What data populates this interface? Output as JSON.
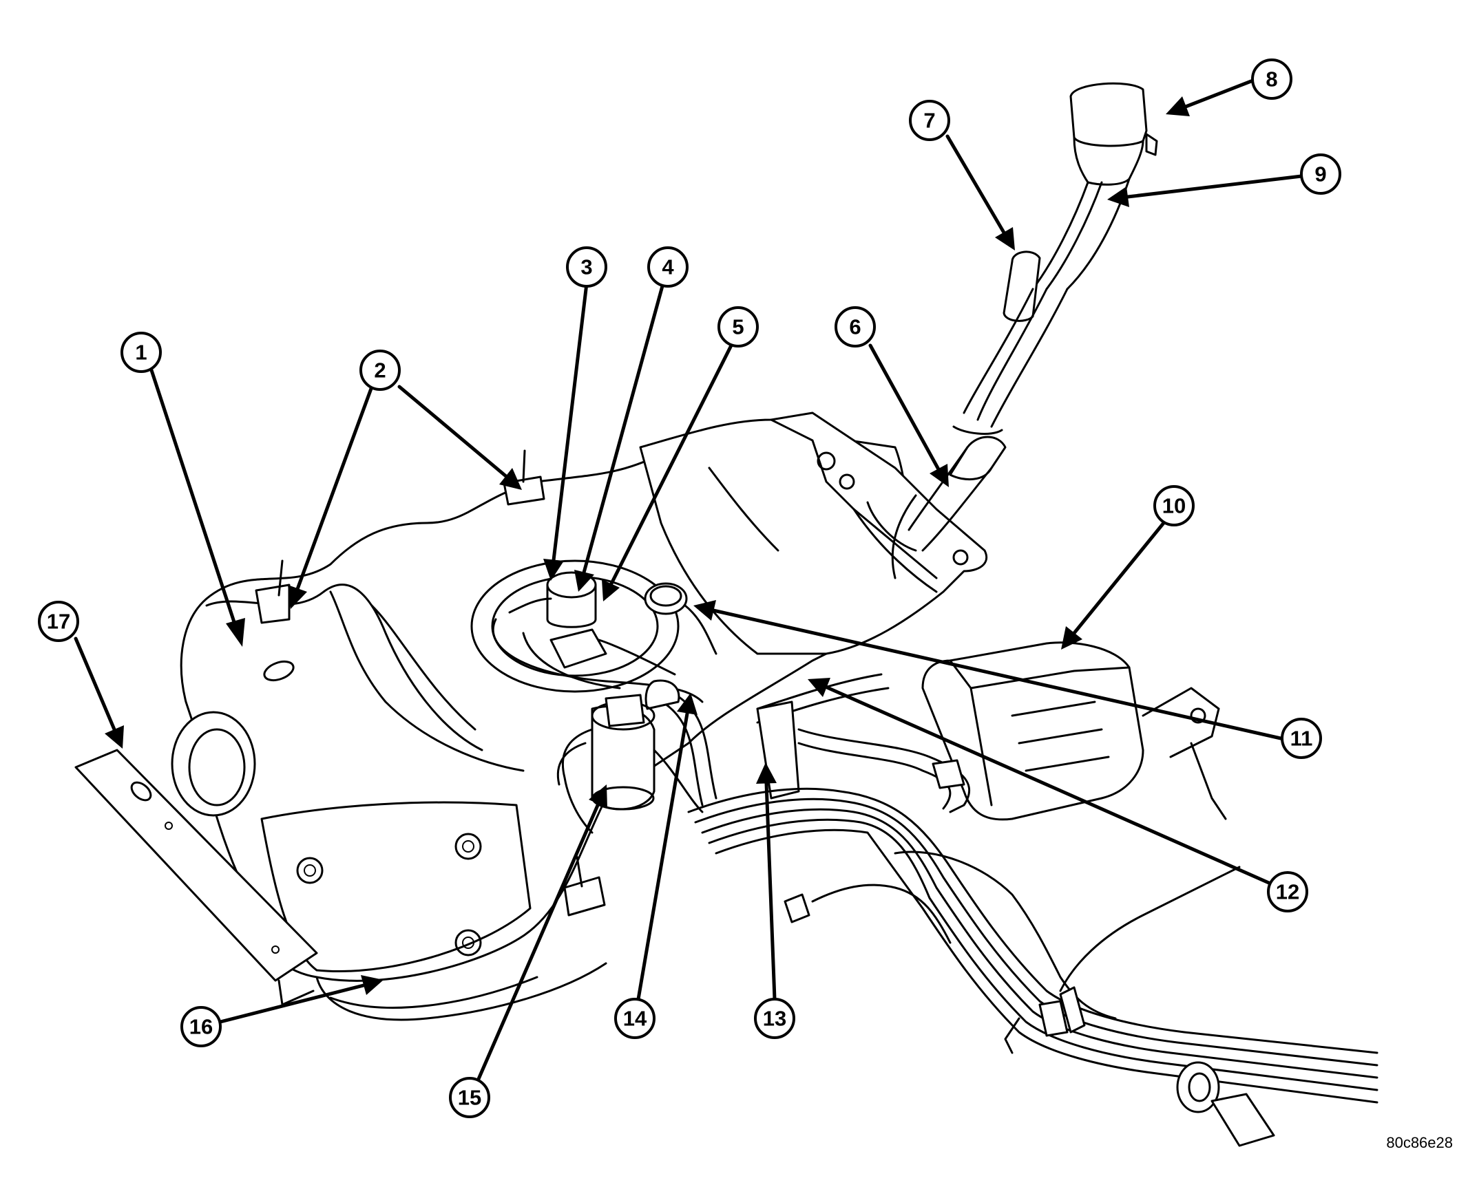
{
  "figure_code": "80c86e28",
  "callouts": [
    {
      "label": "1"
    },
    {
      "label": "2"
    },
    {
      "label": "3"
    },
    {
      "label": "4"
    },
    {
      "label": "5"
    },
    {
      "label": "6"
    },
    {
      "label": "7"
    },
    {
      "label": "8"
    },
    {
      "label": "9"
    },
    {
      "label": "10"
    },
    {
      "label": "11"
    },
    {
      "label": "12"
    },
    {
      "label": "13"
    },
    {
      "label": "14"
    },
    {
      "label": "15"
    },
    {
      "label": "16"
    },
    {
      "label": "17"
    }
  ]
}
